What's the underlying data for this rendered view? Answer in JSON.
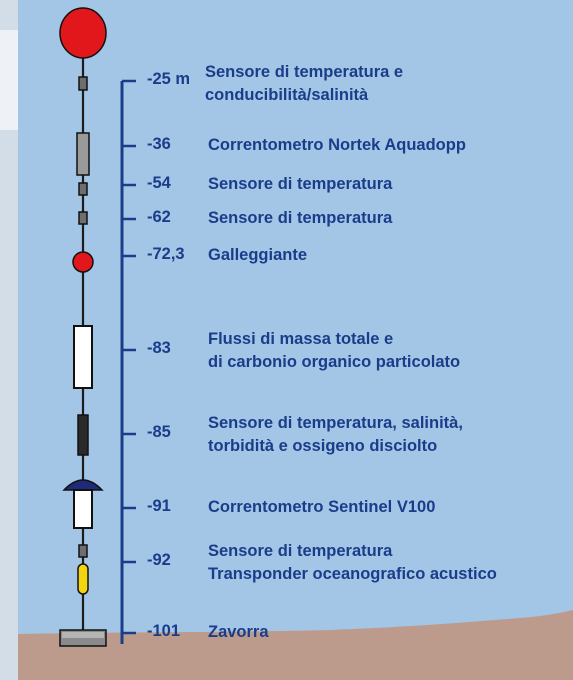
{
  "colors": {
    "water": "#a4c6e6",
    "frame_bg": "#d2dde8",
    "seabed": "#bd9b8c",
    "text": "#1a3d8a",
    "buoy": "#e2171b",
    "cable": "#1c1c1c"
  },
  "stations": [
    {
      "depth": "-25 m",
      "lines": [
        "Sensore di temperatura e",
        "conducibilità/salinità"
      ],
      "instrument": "small-sensor"
    },
    {
      "depth": "-36",
      "lines": [
        "Correntometro Nortek Aquadopp"
      ],
      "instrument": "gray-sensor"
    },
    {
      "depth": "-54",
      "lines": [
        "Sensore di temperatura"
      ],
      "instrument": "small-sensor"
    },
    {
      "depth": "-62",
      "lines": [
        "Sensore di temperatura"
      ],
      "instrument": "small-sensor"
    },
    {
      "depth": "-72,3",
      "lines": [
        "Galleggiante"
      ],
      "instrument": "float"
    },
    {
      "depth": "-83",
      "lines": [
        "Flussi di massa totale e",
        "di carbonio organico particolato"
      ],
      "instrument": "sediment-trap"
    },
    {
      "depth": "-85",
      "lines": [
        "Sensore di temperatura, salinità,",
        "torbidità e ossigeno disciolto"
      ],
      "instrument": "black-sensor"
    },
    {
      "depth": "-91",
      "lines": [
        "Correntometro Sentinel V100"
      ],
      "instrument": "sentinel"
    },
    {
      "depth": "-92",
      "lines": [
        "Sensore di temperatura",
        "Transponder oceanografico acustico"
      ],
      "instrument": "transponder"
    },
    {
      "depth": "-101",
      "lines": [
        "Zavorra"
      ],
      "instrument": "anchor"
    }
  ]
}
